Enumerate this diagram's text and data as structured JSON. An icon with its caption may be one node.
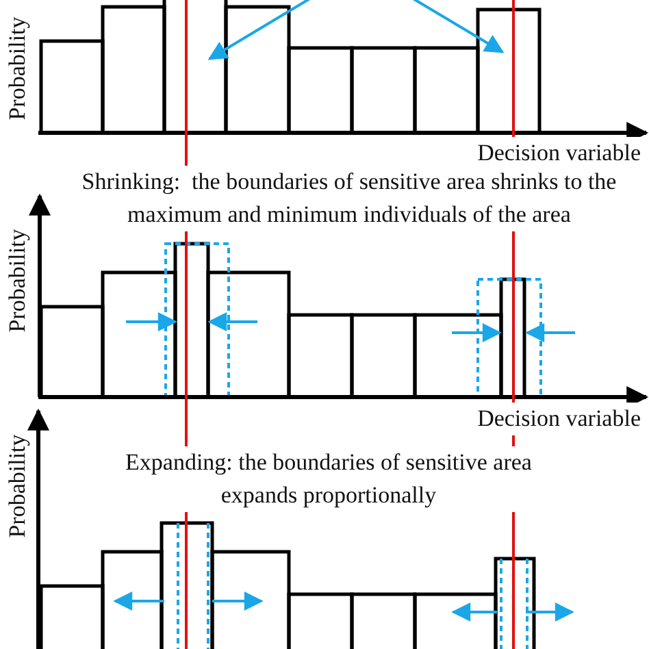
{
  "diagram": {
    "labels": [
      "Probability",
      "Decision variable",
      "Shrinking:  the boundaries of sensitive area shrinks to the maximum and minimum individuals of the area",
      "Probability",
      "Decision variable",
      "Expanding: the boundaries of sensitive area expands proportionally",
      "Probability"
    ]
  }
}
